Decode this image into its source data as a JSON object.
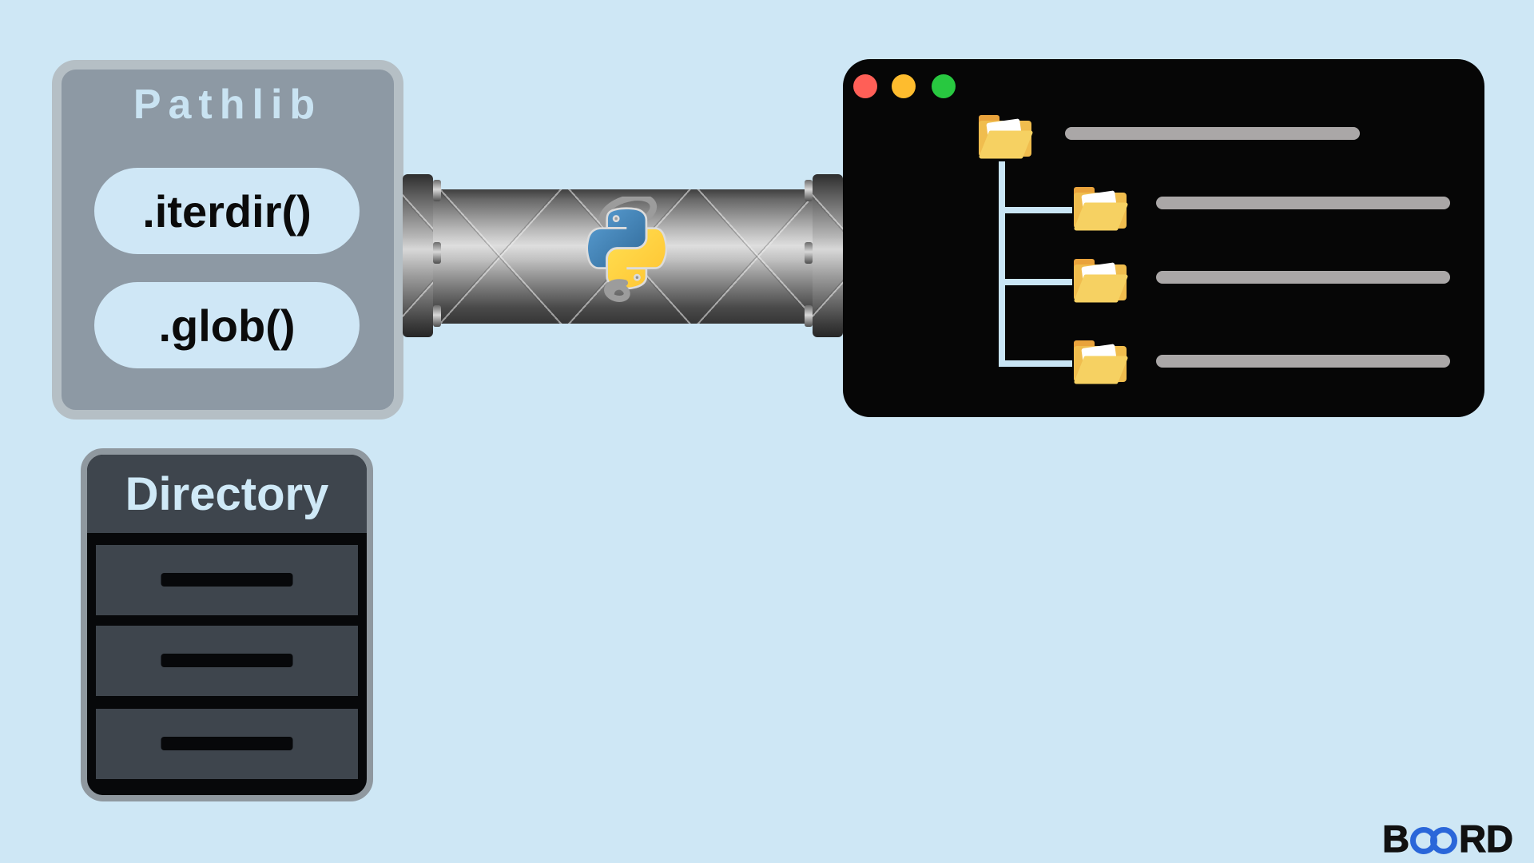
{
  "background": "#cee7f5",
  "pathlib_card": {
    "title": "Pathlib",
    "bg": "#8d99a4",
    "title_color": "#c9e3f2",
    "pill_bg": "#cfe7f6",
    "methods": [
      {
        "label": ".iterdir()"
      },
      {
        "label": ".glob()"
      }
    ]
  },
  "pipe": {
    "logo": "python-logo",
    "style": "metallic-crosshatch"
  },
  "terminal_window": {
    "bg": "#060606",
    "traffic_lights": [
      "#ff5f57",
      "#febc2e",
      "#28c840"
    ],
    "tree": {
      "root_folder": "folder-icon",
      "child_folders": 3,
      "placeholder_line_color": "#aaa7a7",
      "connector_color": "#c9e5f5"
    }
  },
  "directory_card": {
    "title": "Directory",
    "header_bg": "#3e454d",
    "drawer_count": 3
  },
  "brand": {
    "prefix": "B",
    "suffix": "RD",
    "accent": "#2a66d9"
  }
}
